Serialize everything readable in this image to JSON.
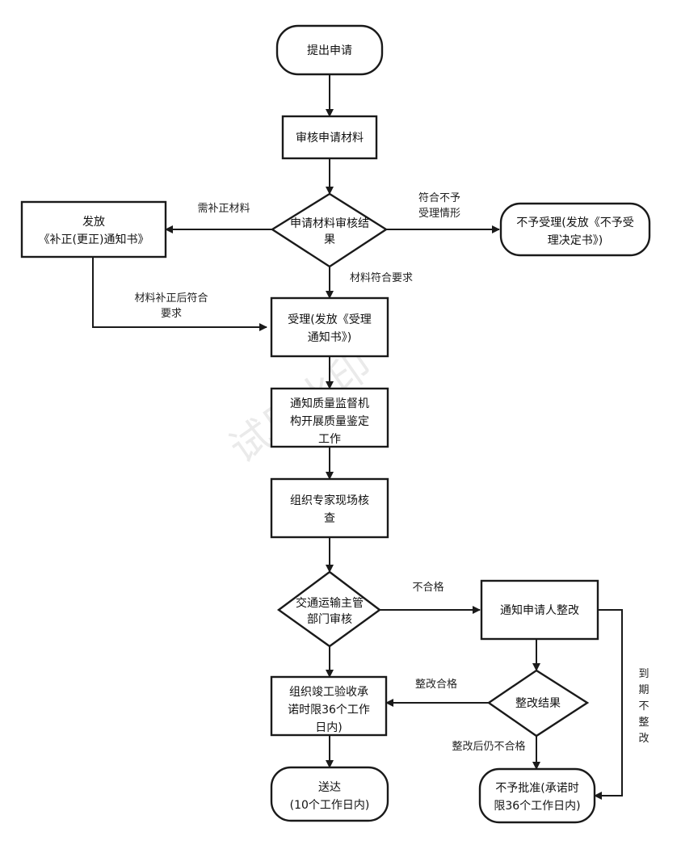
{
  "nodes": {
    "start": "提出申请",
    "review_materials": "审核申请材料",
    "review_result": [
      "申请材料审核结",
      "果"
    ],
    "issue_correction": [
      "发放",
      "《补正(更正)通知书》"
    ],
    "not_accepted": [
      "不予受理(发放《不予受",
      "理决定书》)"
    ],
    "accept": [
      "受理(发放《受理",
      "通知书》)"
    ],
    "notify_quality": [
      "通知质量监督机",
      "构开展质量鉴定",
      "工作"
    ],
    "expert_check": [
      "组织专家现场核",
      "查"
    ],
    "transport_review": [
      "交通运输主管",
      "部门审核"
    ],
    "notify_rectify": "通知申请人整改",
    "rectify_result": "整改结果",
    "organize_acceptance": [
      "组织竣工验收承",
      "诺时限36个工作",
      "日内)"
    ],
    "deliver": [
      "送达",
      "(10个工作日内)"
    ],
    "not_approved": [
      "不予批准(承诺时",
      "限36个工作日内)"
    ]
  },
  "edges": {
    "need_correction": "需补正材料",
    "meets_no_accept": [
      "符合不予",
      "受理情形"
    ],
    "meets_requirements": "材料符合要求",
    "corrected_meets": [
      "材料补正后符合",
      "要求"
    ],
    "unqualified": "不合格",
    "rectify_qualified": "整改合格",
    "still_unqualified": "整改后仍不合格",
    "overdue_no_rectify": [
      "到",
      "期",
      "不",
      "整",
      "改"
    ]
  },
  "watermark": "试用水印"
}
